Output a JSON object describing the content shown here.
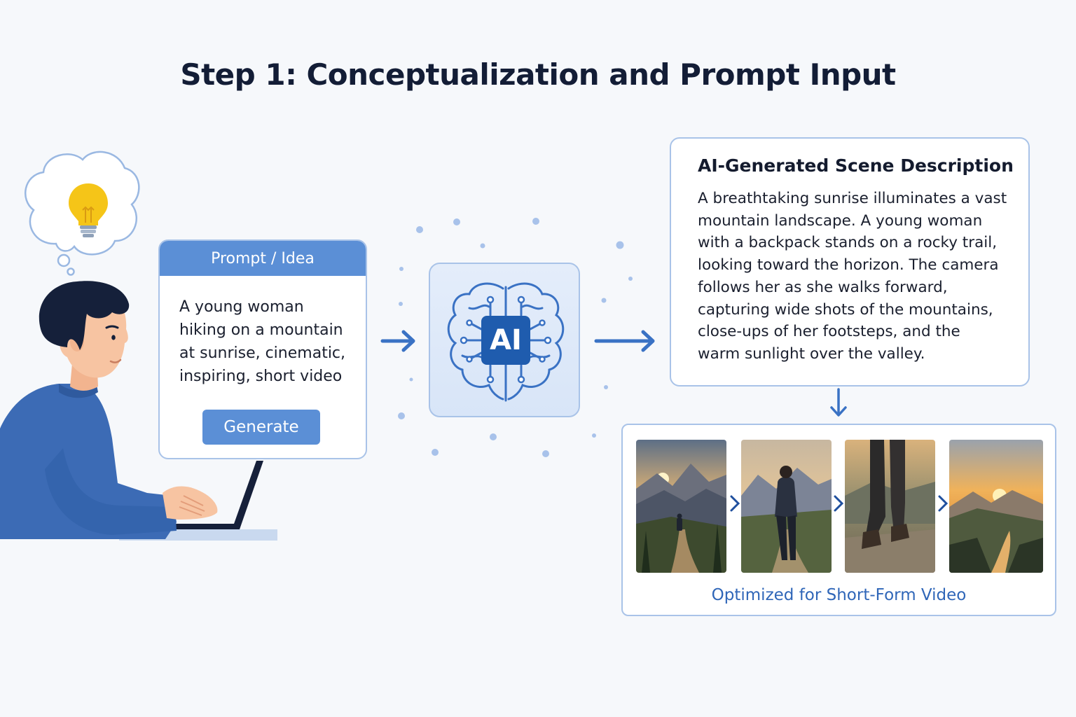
{
  "title": "Step 1: Conceptualization and Prompt Input",
  "prompt_card": {
    "header": "Prompt / Idea",
    "lines": [
      "A young woman",
      "hiking on a mountain",
      "at sunrise, cinematic,",
      "inspiring, short video"
    ],
    "button_label": "Generate"
  },
  "ai": {
    "label": "AI"
  },
  "description_card": {
    "title": "AI-Generated Scene Description",
    "lines": [
      "A breathtaking sunrise illuminates a vast",
      "mountain landscape. A young woman",
      "with a backpack stands on a rocky trail,",
      "looking toward the horizon. The camera",
      "follows her as she walks forward,",
      "capturing wide shots of the mountains,",
      "close-ups of her footsteps, and the",
      "warm sunlight over the valley."
    ]
  },
  "video_strip": {
    "caption": "Optimized for Short-Form Video",
    "frames": [
      "wide-shot-hiker-frame",
      "back-view-hiker-frame",
      "footsteps-closeup-frame",
      "sunset-valley-frame"
    ]
  },
  "colors": {
    "accent": "#5b8fd6",
    "accent_dark": "#1f5cae",
    "border": "#a9c3e8",
    "arrow": "#3a72c4",
    "title": "#131d36",
    "shirt": "#3c6bb5",
    "bulb": "#f5c518"
  }
}
